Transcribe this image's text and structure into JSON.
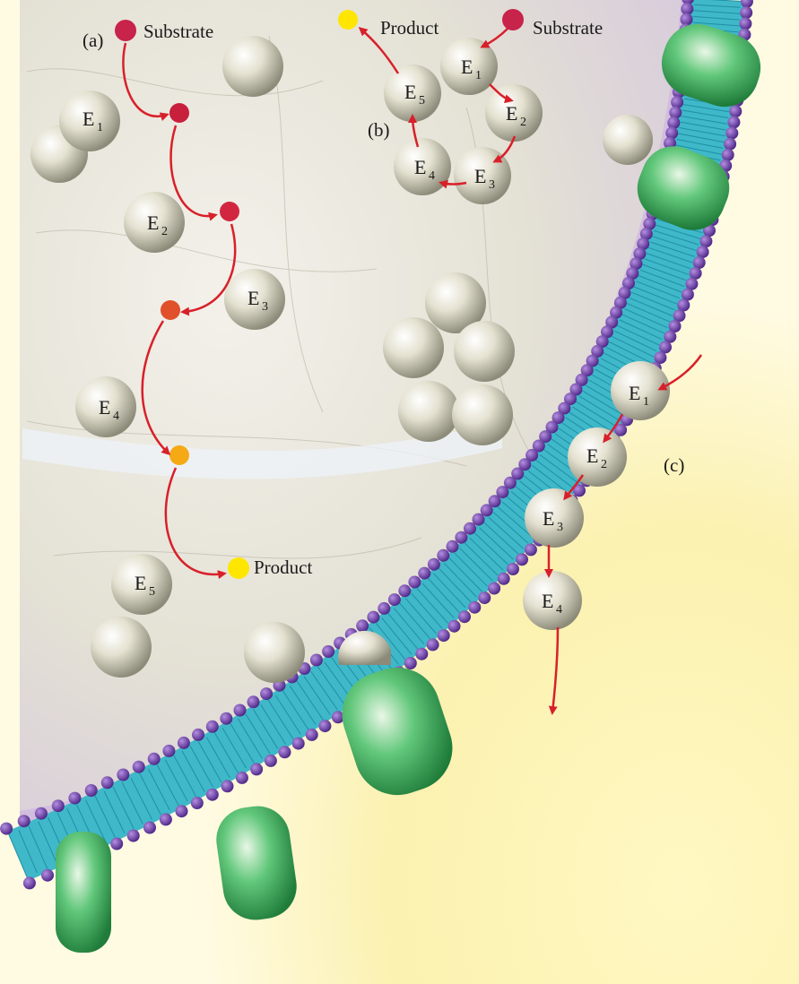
{
  "colors": {
    "cytoplasm": "#e9e6dc",
    "membrane_head": "#6a3fa0",
    "membrane_tail": "#3fb8c9",
    "protein": "#3fae5c",
    "enzyme": "#d9d5c4",
    "arrow": "#d8202a",
    "substrate": "#c8234a",
    "product": "#ffe600",
    "exterior": "#fbf3b3"
  },
  "panels": {
    "a": "(a)",
    "b": "(b)",
    "c": "(c)"
  },
  "labels": {
    "substrate": "Substrate",
    "product": "Product"
  },
  "enzymes": {
    "letter": "E",
    "subs": [
      "1",
      "2",
      "3",
      "4",
      "5"
    ]
  }
}
